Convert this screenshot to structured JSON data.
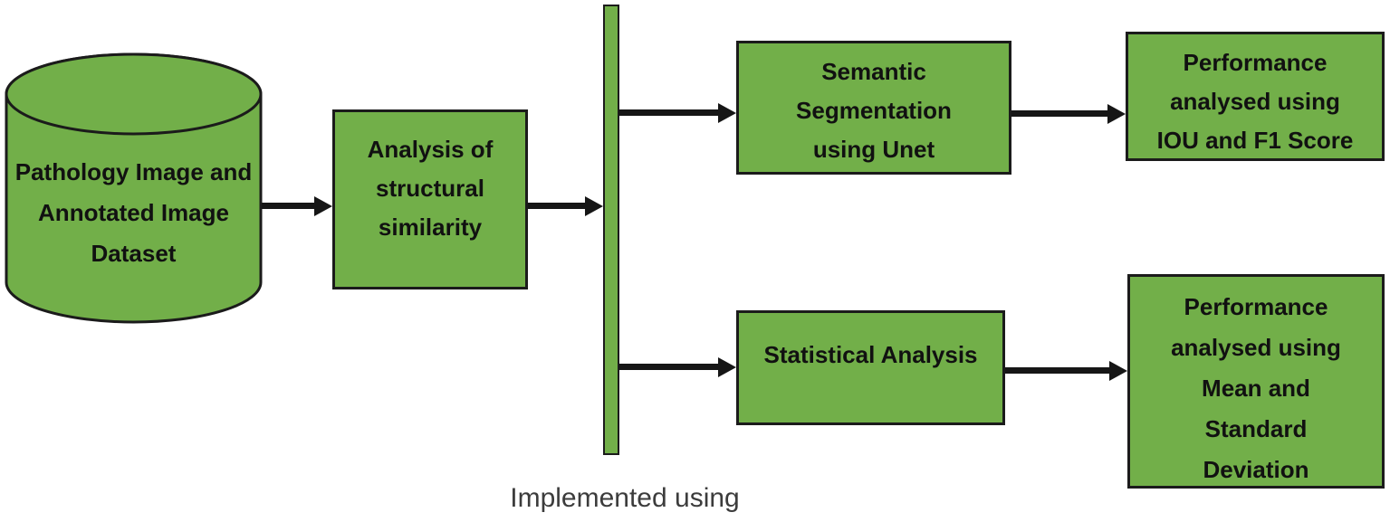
{
  "diagram": {
    "type": "flowchart",
    "colors": {
      "node_fill": "#72AF49",
      "node_border": "#1b1b1b",
      "arrow": "#161616",
      "caption_text": "#3c3c3c",
      "node_text": "#111111"
    },
    "nodes": {
      "dataset": {
        "shape": "cylinder",
        "label": "Pathology Image and Annotated Image Dataset",
        "lines": [
          "Pathology Image",
          "and Annotated",
          "Image Dataset"
        ]
      },
      "analysis": {
        "shape": "rect",
        "label": "Analysis of structural similarity",
        "lines": [
          "Analysis of",
          "structural",
          "similarity"
        ]
      },
      "semantic": {
        "shape": "rect",
        "label": "Semantic Segmentation using Unet",
        "lines": [
          "Semantic",
          "Segmentation",
          "using Unet"
        ]
      },
      "perf_iou": {
        "shape": "rect",
        "label": "Performance analysed using IOU and F1 Score",
        "lines": [
          "Performance",
          "analysed using",
          "IOU and F1 Score"
        ]
      },
      "statistical": {
        "shape": "rect",
        "label": "Statistical Analysis",
        "lines": [
          "Statistical Analysis"
        ]
      },
      "perf_mean": {
        "shape": "rect",
        "label": "Performance analysed using Mean and Standard Deviation",
        "lines": [
          "Performance",
          "analysed using",
          "Mean and",
          "Standard",
          "Deviation"
        ]
      }
    },
    "edges": [
      {
        "from": "dataset",
        "to": "analysis"
      },
      {
        "from": "analysis",
        "to": "divider"
      },
      {
        "from": "divider",
        "to": "semantic"
      },
      {
        "from": "semantic",
        "to": "perf_iou"
      },
      {
        "from": "divider",
        "to": "statistical"
      },
      {
        "from": "statistical",
        "to": "perf_mean"
      }
    ],
    "caption": "Implemented using"
  }
}
